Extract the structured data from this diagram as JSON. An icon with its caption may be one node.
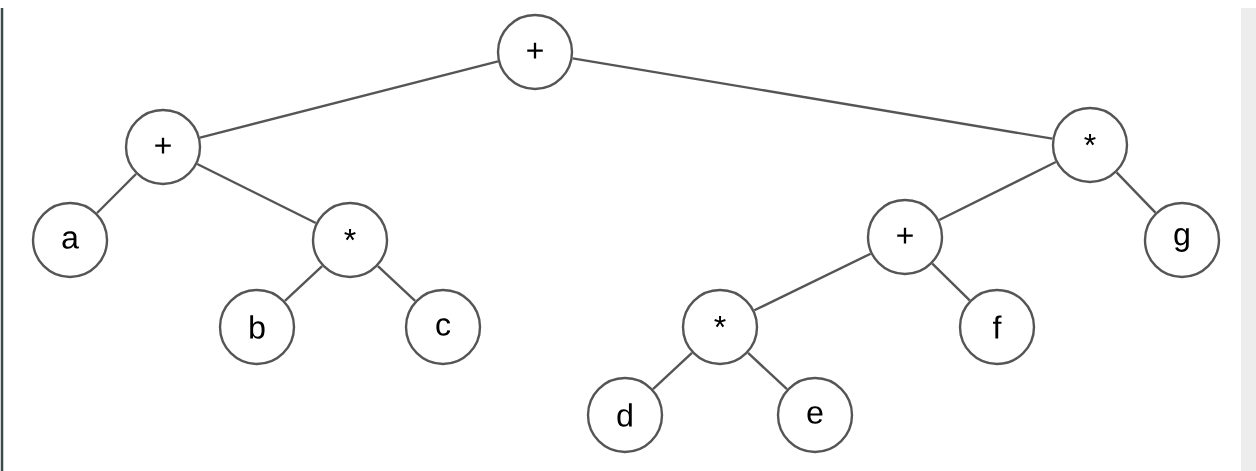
{
  "diagram": {
    "nodes": [
      {
        "text": [
          "+"
        ]
      },
      {
        "text": [
          "+"
        ]
      },
      {
        "text": [
          "*"
        ]
      },
      {
        "text": [
          "a"
        ]
      },
      {
        "text": [
          "*"
        ]
      },
      {
        "text": [
          "+"
        ]
      },
      {
        "text": [
          "g"
        ]
      },
      {
        "text": [
          "b"
        ]
      },
      {
        "text": [
          "c"
        ]
      },
      {
        "text": [
          "*"
        ]
      },
      {
        "text": [
          "f"
        ]
      },
      {
        "text": [
          "d"
        ]
      },
      {
        "text": [
          "e"
        ]
      }
    ],
    "edges": [
      {
        "from": 0,
        "to": 1,
        "arrow": "none"
      },
      {
        "from": 0,
        "to": 2,
        "arrow": "none"
      },
      {
        "from": 1,
        "to": 3,
        "arrow": "none"
      },
      {
        "from": 1,
        "to": 4,
        "arrow": "none"
      },
      {
        "from": 4,
        "to": 7,
        "arrow": "none"
      },
      {
        "from": 4,
        "to": 8,
        "arrow": "none"
      },
      {
        "from": 2,
        "to": 5,
        "arrow": "none"
      },
      {
        "from": 2,
        "to": 6,
        "arrow": "none"
      },
      {
        "from": 5,
        "to": 9,
        "arrow": "none"
      },
      {
        "from": 5,
        "to": 10,
        "arrow": "none"
      },
      {
        "from": 9,
        "to": 11,
        "arrow": "none"
      },
      {
        "from": 9,
        "to": 12,
        "arrow": "none"
      }
    ]
  }
}
